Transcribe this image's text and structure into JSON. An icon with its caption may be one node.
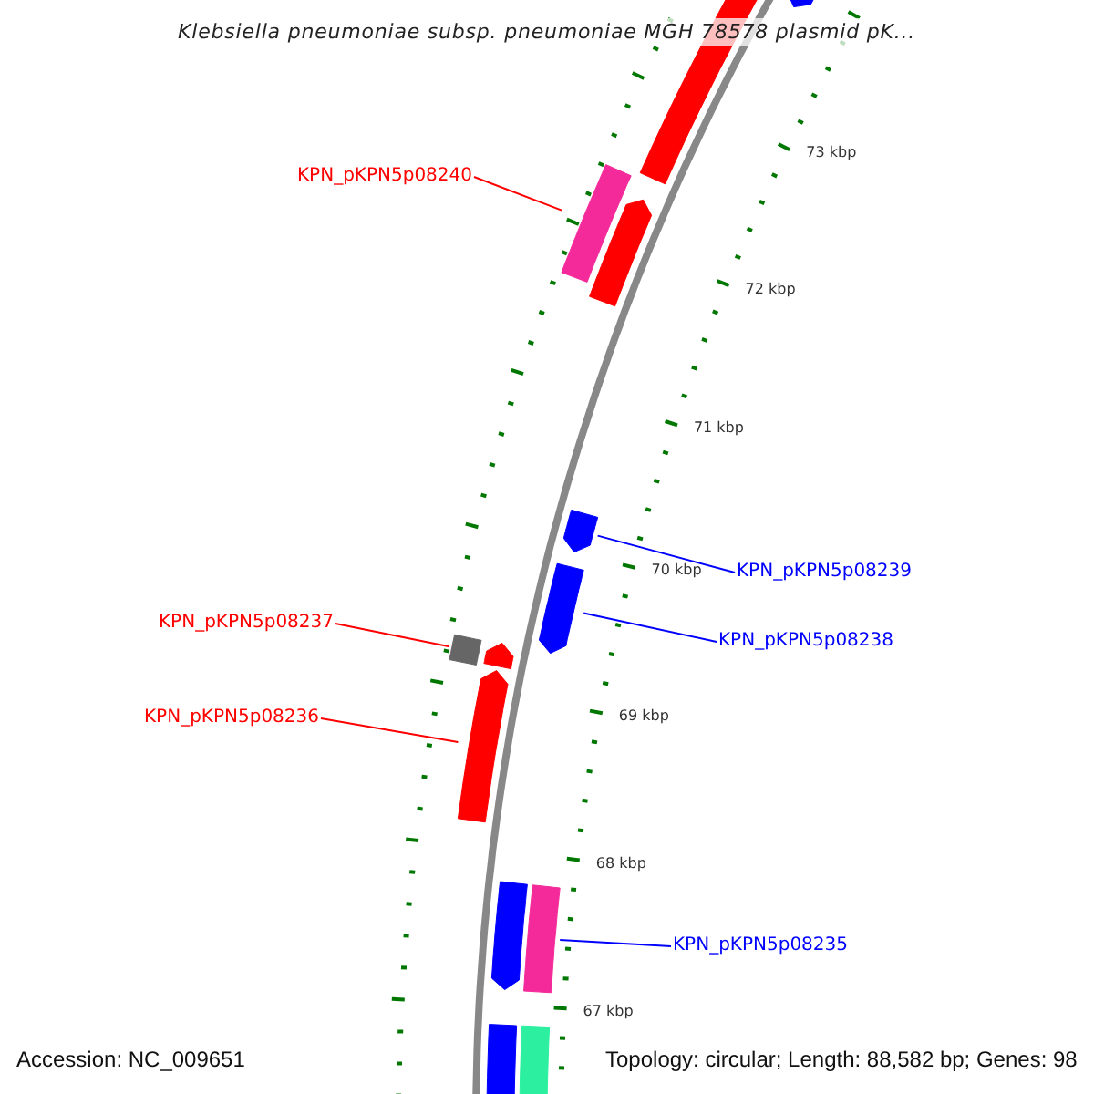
{
  "diagram": {
    "title": "Klebsiella pneumoniae subsp. pneumoniae MGH 78578 plasmid pK...",
    "nodes": [
      {
        "text": [
          "KPN_pKPN5p08240"
        ]
      },
      {
        "text": [],
        "shape": "bar"
      },
      {
        "text": [
          "KPN_pKPN5p08239"
        ]
      },
      {
        "text": [],
        "shape": "arrow"
      },
      {
        "text": [
          "KPN_pKPN5p08237"
        ]
      },
      {
        "text": [],
        "shape": "bar"
      },
      {
        "text": [
          "KPN_pKPN5p08238"
        ]
      },
      {
        "text": [],
        "shape": "arrow"
      },
      {
        "text": [
          "KPN_pKPN5p08236"
        ]
      },
      {
        "text": [],
        "shape": "arrow"
      },
      {
        "text": [
          "KPN_pKPN5p08235"
        ]
      },
      {
        "text": [],
        "shape": "bar"
      }
    ],
    "edges": [
      {
        "from": 0,
        "to": 1,
        "arrow": "none",
        "color": "#ff0000"
      },
      {
        "from": 2,
        "to": 3,
        "arrow": "none",
        "color": "#0000ff"
      },
      {
        "from": 4,
        "to": 5,
        "arrow": "none",
        "color": "#ff0000"
      },
      {
        "from": 6,
        "to": 7,
        "arrow": "none",
        "color": "#0000ff"
      },
      {
        "from": 8,
        "to": 9,
        "arrow": "none",
        "color": "#ff0000"
      },
      {
        "from": 10,
        "to": 11,
        "arrow": "none",
        "color": "#0000ff"
      }
    ],
    "labels": [
      "73 kbp",
      "72 kbp",
      "71 kbp",
      "70 kbp",
      "69 kbp",
      "68 kbp",
      "67 kbp",
      "Accession: NC_009651",
      "Topology: circular; Length: 88,582 bp; Genes: 98"
    ]
  }
}
